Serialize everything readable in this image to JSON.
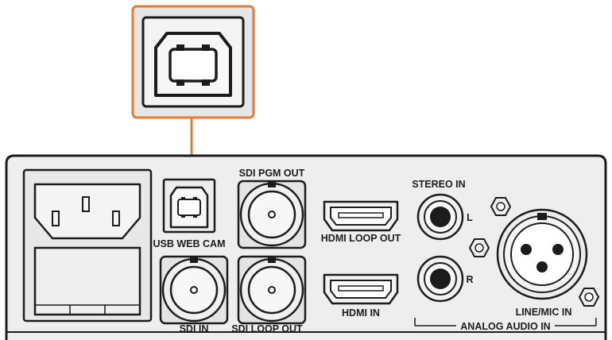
{
  "labels": {
    "usb_web_cam": "USB WEB CAM",
    "sdi_pgm_out": "SDI PGM OUT",
    "hdmi_loop_out": "HDMI LOOP OUT",
    "hdmi_in": "HDMI IN",
    "sdi_in": "SDI IN",
    "sdi_loop_out": "SDI LOOP OUT",
    "stereo_in": "STEREO IN",
    "stereo_l": "L",
    "stereo_r": "R",
    "line_mic_in": "LINE/MIC IN",
    "analog_audio_in": "ANALOG AUDIO IN"
  },
  "colors": {
    "callout_orange": "#e07b39",
    "panel_fill": "#eeeeee",
    "outline": "#1c1c1c",
    "callout_fill": "#e6e6e6"
  }
}
